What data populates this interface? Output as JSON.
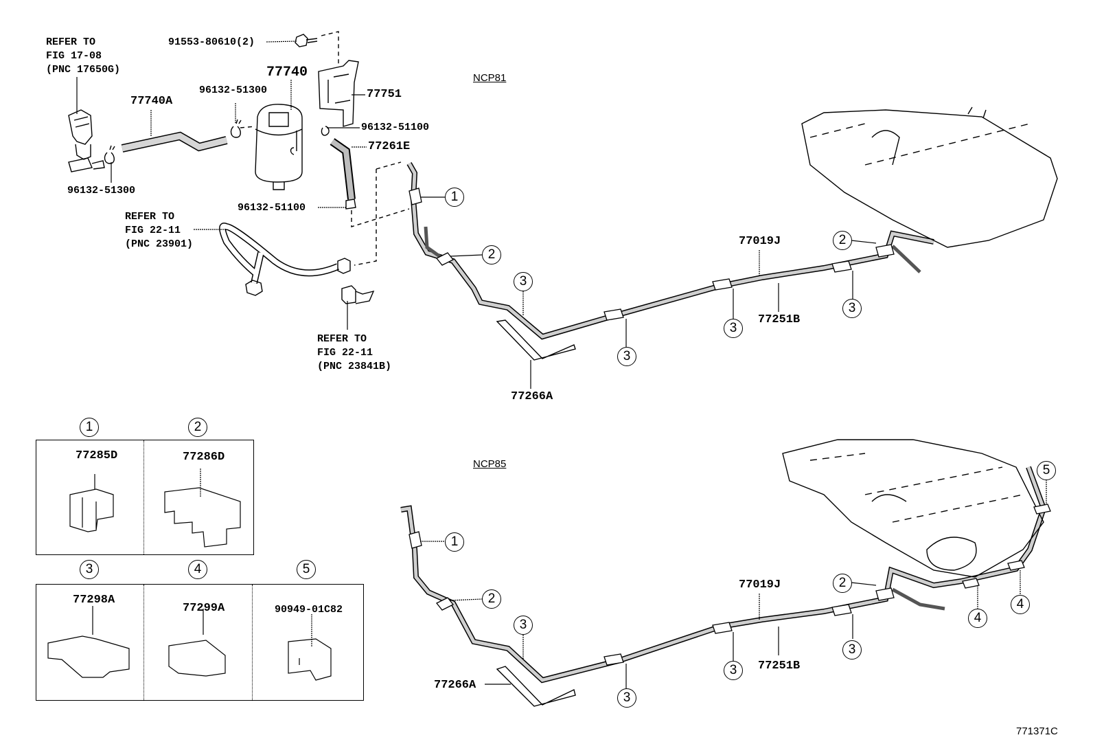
{
  "figure_id": "771371C",
  "variants": {
    "top": "NCP81",
    "bottom": "NCP85"
  },
  "references": {
    "vsv": [
      "REFER TO",
      "FIG 17-08",
      "(PNC 17650G)"
    ],
    "fuel_inlet_hose": [
      "REFER TO",
      "FIG 22-11",
      "(PNC 23901)"
    ],
    "clamp_bracket": [
      "REFER TO",
      "FIG 22-11",
      "(PNC 23841B)"
    ]
  },
  "parts_top": {
    "bolt": "91553-80610(2)",
    "canister": "77740",
    "canister_hose": "77740A",
    "clip_hose_left_a": "96132-51300",
    "clip_hose_left_b": "96132-51300",
    "canister_bracket": "77751",
    "clip_hose_right": "96132-51100",
    "hose_e": "77261E",
    "clip_lower": "96132-51100",
    "protector": "77266A",
    "main_tube": "77019J",
    "return_tube": "77251B"
  },
  "parts_bottom": {
    "protector": "77266A",
    "main_tube": "77019J",
    "return_tube": "77251B"
  },
  "callouts": {
    "c1": "1",
    "c2": "2",
    "c3": "3",
    "c4": "4",
    "c5": "5"
  },
  "legend": [
    {
      "num": "1",
      "part": "77285D"
    },
    {
      "num": "2",
      "part": "77286D"
    },
    {
      "num": "3",
      "part": "77298A"
    },
    {
      "num": "4",
      "part": "77299A"
    },
    {
      "num": "5",
      "part": "90949-01C82"
    }
  ],
  "line_color": "#000000",
  "background": "#ffffff"
}
